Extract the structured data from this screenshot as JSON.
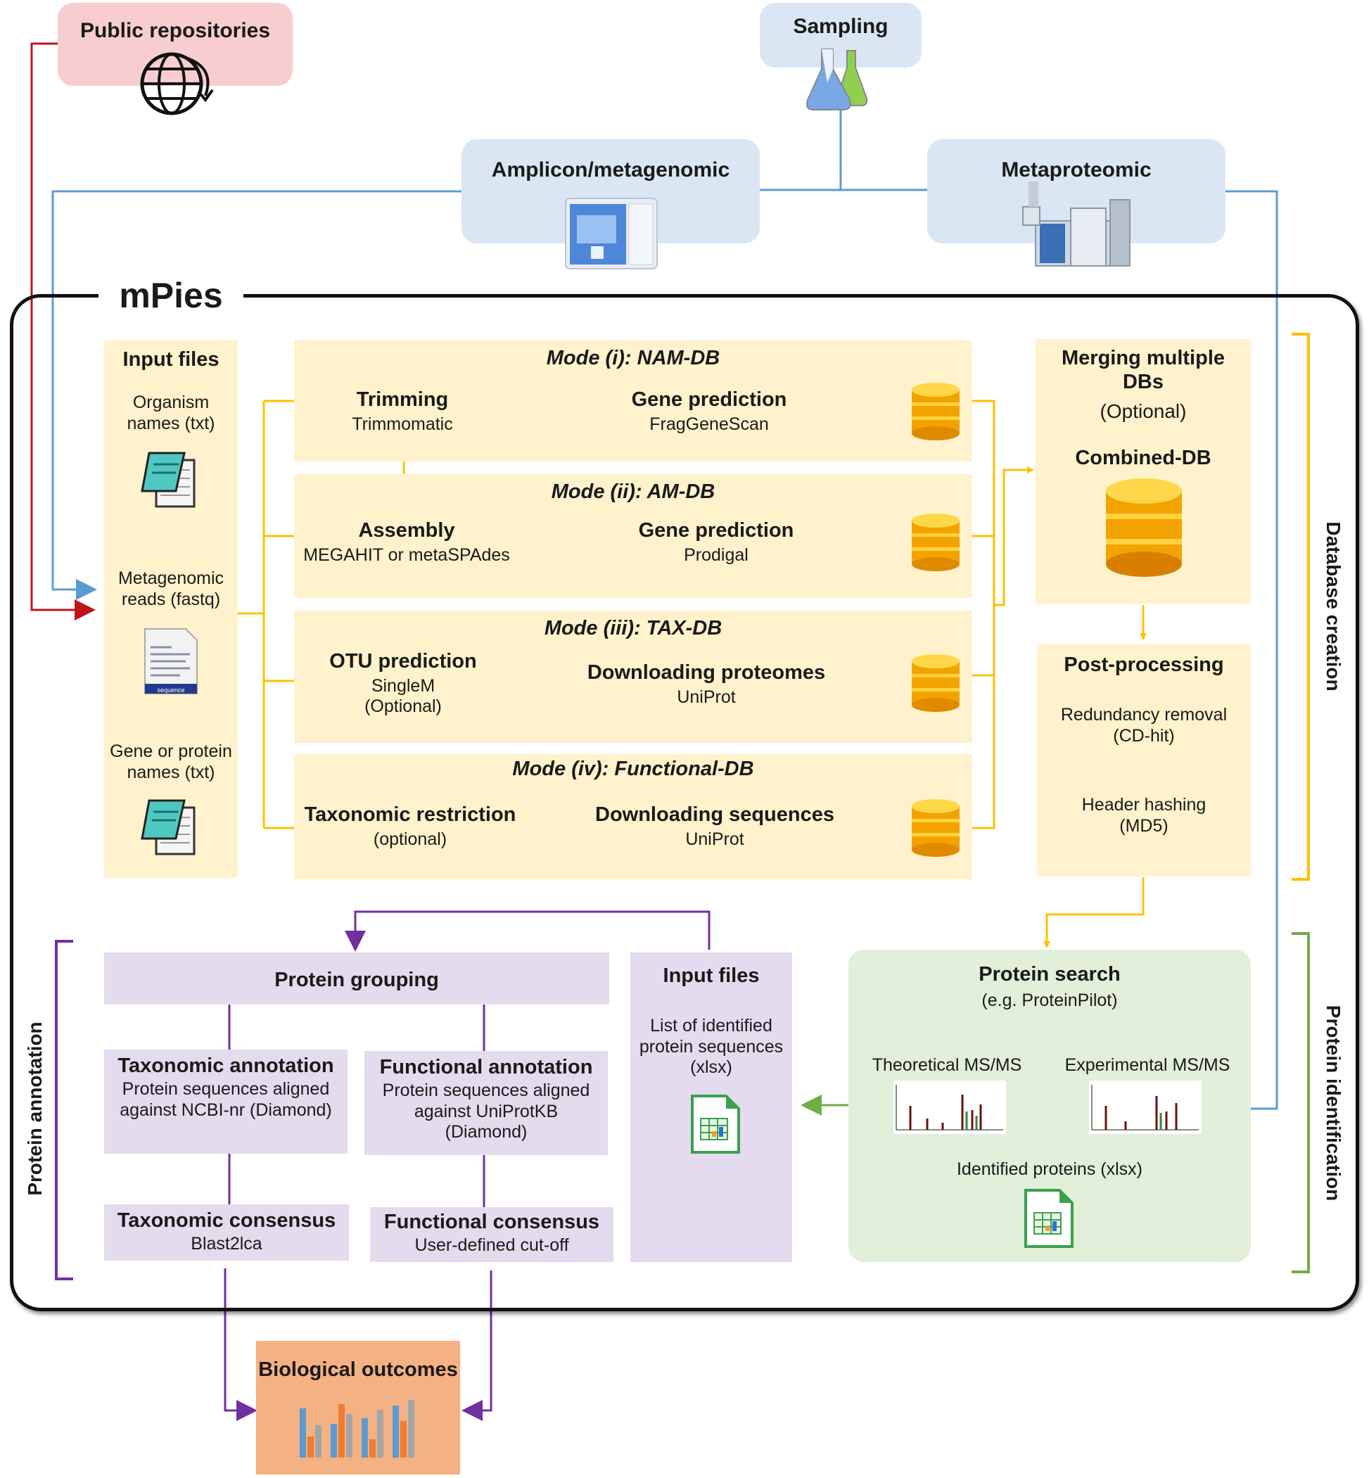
{
  "top": {
    "public_repositories": "Public repositories",
    "sampling": "Sampling",
    "amplicon": "Amplicon/metagenomic",
    "metaproteomic": "Metaproteomic"
  },
  "mpies": {
    "title": "mPies"
  },
  "input_files_db": {
    "title": "Input files",
    "organism": "Organism names (txt)",
    "metagenomic": "Metagenomic reads (fastq)",
    "gene": "Gene or protein names (txt)",
    "fastq_doc_title": "sequence"
  },
  "modes": [
    {
      "title": "Mode (i): NAM-DB",
      "left_title": "Trimming",
      "left_sub": "Trimmomatic",
      "right_title": "Gene prediction",
      "right_sub": "FragGeneScan"
    },
    {
      "title": "Mode (ii): AM-DB",
      "left_title": "Assembly",
      "left_sub": "MEGAHIT or metaSPAdes",
      "right_title": "Gene prediction",
      "right_sub": "Prodigal"
    },
    {
      "title": "Mode (iii): TAX-DB",
      "left_title": "OTU prediction",
      "left_sub": "SingleM (Optional)",
      "right_title": "Downloading proteomes",
      "right_sub": "UniProt"
    },
    {
      "title": "Mode (iv): Functional-DB",
      "left_title": "Taxonomic restriction",
      "left_sub": "(optional)",
      "right_title": "Downloading sequences",
      "right_sub": "UniProt"
    }
  ],
  "merging": {
    "title": "Merging multiple DBs",
    "optional": "(Optional)",
    "combined": "Combined-DB"
  },
  "postprocessing": {
    "title": "Post-processing",
    "redundancy": "Redundancy removal (CD-hit)",
    "header": "Header hashing (MD5)"
  },
  "side_labels": {
    "database_creation": "Database creation",
    "protein_identification": "Protein identification",
    "protein_annotation": "Protein annotation"
  },
  "protein_search": {
    "title": "Protein search",
    "sub": "(e.g. ProteinPilot)",
    "theoretical": "Theoretical MS/MS",
    "experimental": "Experimental MS/MS",
    "identified": "Identified proteins (xlsx)"
  },
  "input_files_annot": {
    "title": "Input files",
    "desc": "List of identified protein sequences (xlsx)"
  },
  "grouping": {
    "title": "Protein grouping"
  },
  "taxonomic_annotation": {
    "title": "Taxonomic annotation",
    "desc": "Protein sequences aligned against NCBI-nr (Diamond)"
  },
  "functional_annotation": {
    "title": "Functional annotation",
    "desc": "Protein sequences aligned against UniProtKB (Diamond)"
  },
  "taxonomic_consensus": {
    "title": "Taxonomic consensus",
    "sub": "Blast2lca"
  },
  "functional_consensus": {
    "title": "Functional consensus",
    "sub": "User-defined cut-off"
  },
  "outcomes": {
    "title": "Biological outcomes"
  },
  "colors": {
    "red_line": "#c0141c",
    "blue_line": "#5b9bd5",
    "orange_line": "#ffc000",
    "green_line": "#70ad47",
    "purple_line": "#7030a0",
    "db_box": "#fff2cc",
    "top_box": "#dae6f3",
    "repo_box": "#f8cdd0",
    "green_box": "#e2efd9",
    "purple_box": "#e4dbee",
    "outcome_box": "#f4b183"
  }
}
